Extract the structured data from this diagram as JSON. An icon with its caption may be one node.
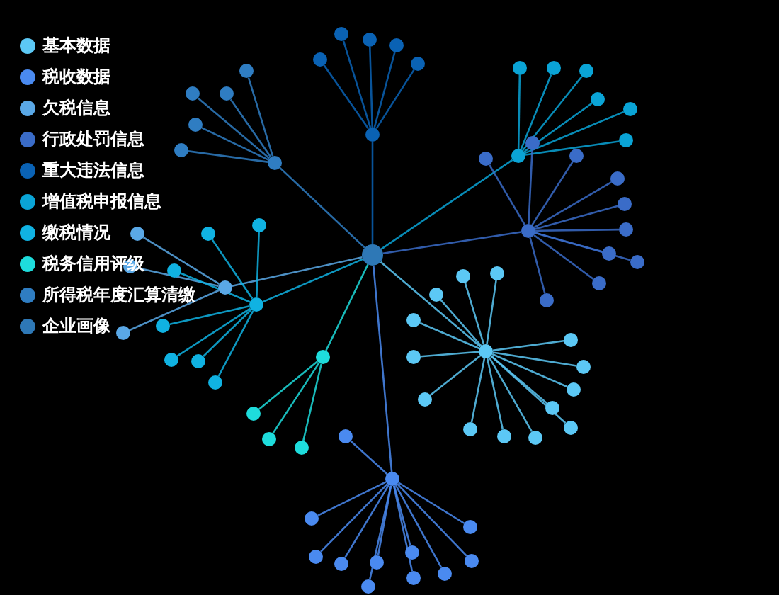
{
  "diagram": {
    "nodes": [
      {
        "text": [],
        "shape": "circle"
      },
      {
        "text": [],
        "shape": "circle"
      },
      {
        "text": [],
        "shape": "circle"
      },
      {
        "text": [],
        "shape": "circle"
      },
      {
        "text": [],
        "shape": "circle"
      },
      {
        "text": [],
        "shape": "circle"
      },
      {
        "text": [],
        "shape": "circle"
      },
      {
        "text": [],
        "shape": "circle"
      },
      {
        "text": [],
        "shape": "circle"
      },
      {
        "text": [],
        "shape": "circle"
      },
      {
        "text": [],
        "shape": "circle"
      },
      {
        "text": [],
        "shape": "circle"
      },
      {
        "text": [],
        "shape": "circle"
      },
      {
        "text": [],
        "shape": "circle"
      },
      {
        "text": [],
        "shape": "circle"
      },
      {
        "text": [],
        "shape": "circle"
      },
      {
        "text": [],
        "shape": "circle"
      },
      {
        "text": [],
        "shape": "circle"
      },
      {
        "text": [],
        "shape": "circle"
      },
      {
        "text": [],
        "shape": "circle"
      },
      {
        "text": [],
        "shape": "circle"
      },
      {
        "text": [],
        "shape": "circle"
      },
      {
        "text": [],
        "shape": "circle"
      },
      {
        "text": [],
        "shape": "circle"
      },
      {
        "text": [],
        "shape": "circle"
      },
      {
        "text": [],
        "shape": "circle"
      },
      {
        "text": [],
        "shape": "circle"
      },
      {
        "text": [],
        "shape": "circle"
      },
      {
        "text": [],
        "shape": "circle"
      },
      {
        "text": [],
        "shape": "circle"
      },
      {
        "text": [],
        "shape": "circle"
      },
      {
        "text": [],
        "shape": "circle"
      },
      {
        "text": [],
        "shape": "circle"
      },
      {
        "text": [],
        "shape": "circle"
      },
      {
        "text": [],
        "shape": "circle"
      },
      {
        "text": [],
        "shape": "circle"
      },
      {
        "text": [],
        "shape": "circle"
      },
      {
        "text": [],
        "shape": "circle"
      },
      {
        "text": [],
        "shape": "circle"
      },
      {
        "text": [],
        "shape": "circle"
      },
      {
        "text": [],
        "shape": "circle"
      },
      {
        "text": [],
        "shape": "circle"
      },
      {
        "text": [],
        "shape": "circle"
      },
      {
        "text": [],
        "shape": "circle"
      },
      {
        "text": [],
        "shape": "circle"
      },
      {
        "text": [],
        "shape": "circle"
      },
      {
        "text": [],
        "shape": "circle"
      },
      {
        "text": [],
        "shape": "circle"
      },
      {
        "text": [],
        "shape": "circle"
      },
      {
        "text": [],
        "shape": "circle"
      },
      {
        "text": [],
        "shape": "circle"
      },
      {
        "text": [],
        "shape": "circle"
      },
      {
        "text": [],
        "shape": "circle"
      },
      {
        "text": [],
        "shape": "circle"
      },
      {
        "text": [],
        "shape": "circle"
      },
      {
        "text": [],
        "shape": "circle"
      },
      {
        "text": [],
        "shape": "circle"
      },
      {
        "text": [],
        "shape": "circle"
      },
      {
        "text": [],
        "shape": "circle"
      },
      {
        "text": [],
        "shape": "circle"
      },
      {
        "text": [],
        "shape": "circle"
      },
      {
        "text": [],
        "shape": "circle"
      },
      {
        "text": [],
        "shape": "circle"
      },
      {
        "text": [],
        "shape": "circle"
      },
      {
        "text": [],
        "shape": "circle"
      },
      {
        "text": [],
        "shape": "circle"
      },
      {
        "text": [],
        "shape": "circle"
      },
      {
        "text": [],
        "shape": "circle"
      },
      {
        "text": [],
        "shape": "circle"
      },
      {
        "text": [],
        "shape": "circle"
      },
      {
        "text": [],
        "shape": "circle"
      },
      {
        "text": [],
        "shape": "circle"
      },
      {
        "text": [],
        "shape": "circle"
      },
      {
        "text": [],
        "shape": "circle"
      }
    ],
    "edges": [
      {
        "from": 0,
        "to": 1,
        "arrow": "none",
        "color": "#0a62b4"
      },
      {
        "from": 0,
        "to": 7,
        "arrow": "none",
        "color": "#2f7dc2"
      },
      {
        "from": 0,
        "to": 13,
        "arrow": "none",
        "color": "#0aa4d6"
      },
      {
        "from": 0,
        "to": 20,
        "arrow": "none",
        "color": "#3a6cc8"
      },
      {
        "from": 0,
        "to": 31,
        "arrow": "none",
        "color": "#5aa8e6"
      },
      {
        "from": 0,
        "to": 35,
        "arrow": "none",
        "color": "#10b2e2"
      },
      {
        "from": 0,
        "to": 43,
        "arrow": "none",
        "color": "#5cc8f5"
      },
      {
        "from": 0,
        "to": 58,
        "arrow": "none",
        "color": "#1edcdc"
      },
      {
        "from": 0,
        "to": 62,
        "arrow": "none",
        "color": "#4a8af0"
      },
      {
        "from": 1,
        "to": 2,
        "arrow": "none",
        "color": "#0a62b4"
      },
      {
        "from": 1,
        "to": 3,
        "arrow": "none",
        "color": "#0a62b4"
      },
      {
        "from": 1,
        "to": 4,
        "arrow": "none",
        "color": "#0a62b4"
      },
      {
        "from": 1,
        "to": 5,
        "arrow": "none",
        "color": "#0a62b4"
      },
      {
        "from": 1,
        "to": 6,
        "arrow": "none",
        "color": "#0a62b4"
      },
      {
        "from": 7,
        "to": 8,
        "arrow": "none",
        "color": "#2f7dc2"
      },
      {
        "from": 7,
        "to": 9,
        "arrow": "none",
        "color": "#2f7dc2"
      },
      {
        "from": 7,
        "to": 10,
        "arrow": "none",
        "color": "#2f7dc2"
      },
      {
        "from": 7,
        "to": 11,
        "arrow": "none",
        "color": "#2f7dc2"
      },
      {
        "from": 7,
        "to": 12,
        "arrow": "none",
        "color": "#2f7dc2"
      },
      {
        "from": 13,
        "to": 14,
        "arrow": "none",
        "color": "#0aa4d6"
      },
      {
        "from": 13,
        "to": 15,
        "arrow": "none",
        "color": "#0aa4d6"
      },
      {
        "from": 13,
        "to": 16,
        "arrow": "none",
        "color": "#0aa4d6"
      },
      {
        "from": 13,
        "to": 17,
        "arrow": "none",
        "color": "#0aa4d6"
      },
      {
        "from": 13,
        "to": 18,
        "arrow": "none",
        "color": "#0aa4d6"
      },
      {
        "from": 13,
        "to": 19,
        "arrow": "none",
        "color": "#0aa4d6"
      },
      {
        "from": 20,
        "to": 21,
        "arrow": "none",
        "color": "#3a6cc8"
      },
      {
        "from": 20,
        "to": 22,
        "arrow": "none",
        "color": "#3a6cc8"
      },
      {
        "from": 20,
        "to": 23,
        "arrow": "none",
        "color": "#3a6cc8"
      },
      {
        "from": 20,
        "to": 24,
        "arrow": "none",
        "color": "#3a6cc8"
      },
      {
        "from": 20,
        "to": 25,
        "arrow": "none",
        "color": "#3a6cc8"
      },
      {
        "from": 20,
        "to": 26,
        "arrow": "none",
        "color": "#3a6cc8"
      },
      {
        "from": 20,
        "to": 27,
        "arrow": "none",
        "color": "#3a6cc8"
      },
      {
        "from": 20,
        "to": 28,
        "arrow": "none",
        "color": "#3a6cc8"
      },
      {
        "from": 20,
        "to": 29,
        "arrow": "none",
        "color": "#3a6cc8"
      },
      {
        "from": 20,
        "to": 30,
        "arrow": "none",
        "color": "#3a6cc8"
      },
      {
        "from": 31,
        "to": 32,
        "arrow": "none",
        "color": "#5aa8e6"
      },
      {
        "from": 31,
        "to": 33,
        "arrow": "none",
        "color": "#5aa8e6"
      },
      {
        "from": 31,
        "to": 34,
        "arrow": "none",
        "color": "#5aa8e6"
      },
      {
        "from": 35,
        "to": 36,
        "arrow": "none",
        "color": "#10b2e2"
      },
      {
        "from": 35,
        "to": 37,
        "arrow": "none",
        "color": "#10b2e2"
      },
      {
        "from": 35,
        "to": 38,
        "arrow": "none",
        "color": "#10b2e2"
      },
      {
        "from": 35,
        "to": 39,
        "arrow": "none",
        "color": "#10b2e2"
      },
      {
        "from": 35,
        "to": 40,
        "arrow": "none",
        "color": "#10b2e2"
      },
      {
        "from": 35,
        "to": 41,
        "arrow": "none",
        "color": "#10b2e2"
      },
      {
        "from": 35,
        "to": 42,
        "arrow": "none",
        "color": "#10b2e2"
      },
      {
        "from": 43,
        "to": 44,
        "arrow": "none",
        "color": "#5cc8f5"
      },
      {
        "from": 43,
        "to": 45,
        "arrow": "none",
        "color": "#5cc8f5"
      },
      {
        "from": 43,
        "to": 46,
        "arrow": "none",
        "color": "#5cc8f5"
      },
      {
        "from": 43,
        "to": 47,
        "arrow": "none",
        "color": "#5cc8f5"
      },
      {
        "from": 43,
        "to": 48,
        "arrow": "none",
        "color": "#5cc8f5"
      },
      {
        "from": 43,
        "to": 49,
        "arrow": "none",
        "color": "#5cc8f5"
      },
      {
        "from": 43,
        "to": 50,
        "arrow": "none",
        "color": "#5cc8f5"
      },
      {
        "from": 43,
        "to": 51,
        "arrow": "none",
        "color": "#5cc8f5"
      },
      {
        "from": 43,
        "to": 52,
        "arrow": "none",
        "color": "#5cc8f5"
      },
      {
        "from": 43,
        "to": 53,
        "arrow": "none",
        "color": "#5cc8f5"
      },
      {
        "from": 43,
        "to": 54,
        "arrow": "none",
        "color": "#5cc8f5"
      },
      {
        "from": 43,
        "to": 55,
        "arrow": "none",
        "color": "#5cc8f5"
      },
      {
        "from": 43,
        "to": 56,
        "arrow": "none",
        "color": "#5cc8f5"
      },
      {
        "from": 43,
        "to": 57,
        "arrow": "none",
        "color": "#5cc8f5"
      },
      {
        "from": 58,
        "to": 59,
        "arrow": "none",
        "color": "#1edcdc"
      },
      {
        "from": 58,
        "to": 60,
        "arrow": "none",
        "color": "#1edcdc"
      },
      {
        "from": 58,
        "to": 61,
        "arrow": "none",
        "color": "#1edcdc"
      },
      {
        "from": 62,
        "to": 63,
        "arrow": "none",
        "color": "#4a8af0"
      },
      {
        "from": 62,
        "to": 64,
        "arrow": "none",
        "color": "#4a8af0"
      },
      {
        "from": 62,
        "to": 65,
        "arrow": "none",
        "color": "#4a8af0"
      },
      {
        "from": 62,
        "to": 66,
        "arrow": "none",
        "color": "#4a8af0"
      },
      {
        "from": 62,
        "to": 67,
        "arrow": "none",
        "color": "#4a8af0"
      },
      {
        "from": 62,
        "to": 68,
        "arrow": "none",
        "color": "#4a8af0"
      },
      {
        "from": 62,
        "to": 69,
        "arrow": "none",
        "color": "#4a8af0"
      },
      {
        "from": 62,
        "to": 70,
        "arrow": "none",
        "color": "#4a8af0"
      },
      {
        "from": 62,
        "to": 71,
        "arrow": "none",
        "color": "#4a8af0"
      },
      {
        "from": 62,
        "to": 72,
        "arrow": "none",
        "color": "#4a8af0"
      },
      {
        "from": 62,
        "to": 73,
        "arrow": "none",
        "color": "#4a8af0"
      }
    ],
    "legend": [
      {
        "text": "基本数据",
        "color": "#5cc8f5"
      },
      {
        "text": "税收数据",
        "color": "#4a8af0"
      },
      {
        "text": "欠税信息",
        "color": "#5aa8e6"
      },
      {
        "text": "行政处罚信息",
        "color": "#3a6cc8"
      },
      {
        "text": "重大违法信息",
        "color": "#0a62b4"
      },
      {
        "text": "增值税申报信息",
        "color": "#0aa4d6"
      },
      {
        "text": "缴税情况",
        "color": "#10b2e2"
      },
      {
        "text": "税务信用评级",
        "color": "#1edcdc"
      },
      {
        "text": "所得税年度汇算清缴",
        "color": "#2f7dc2"
      },
      {
        "text": "企业画像",
        "color": "#2e78b6"
      }
    ]
  }
}
